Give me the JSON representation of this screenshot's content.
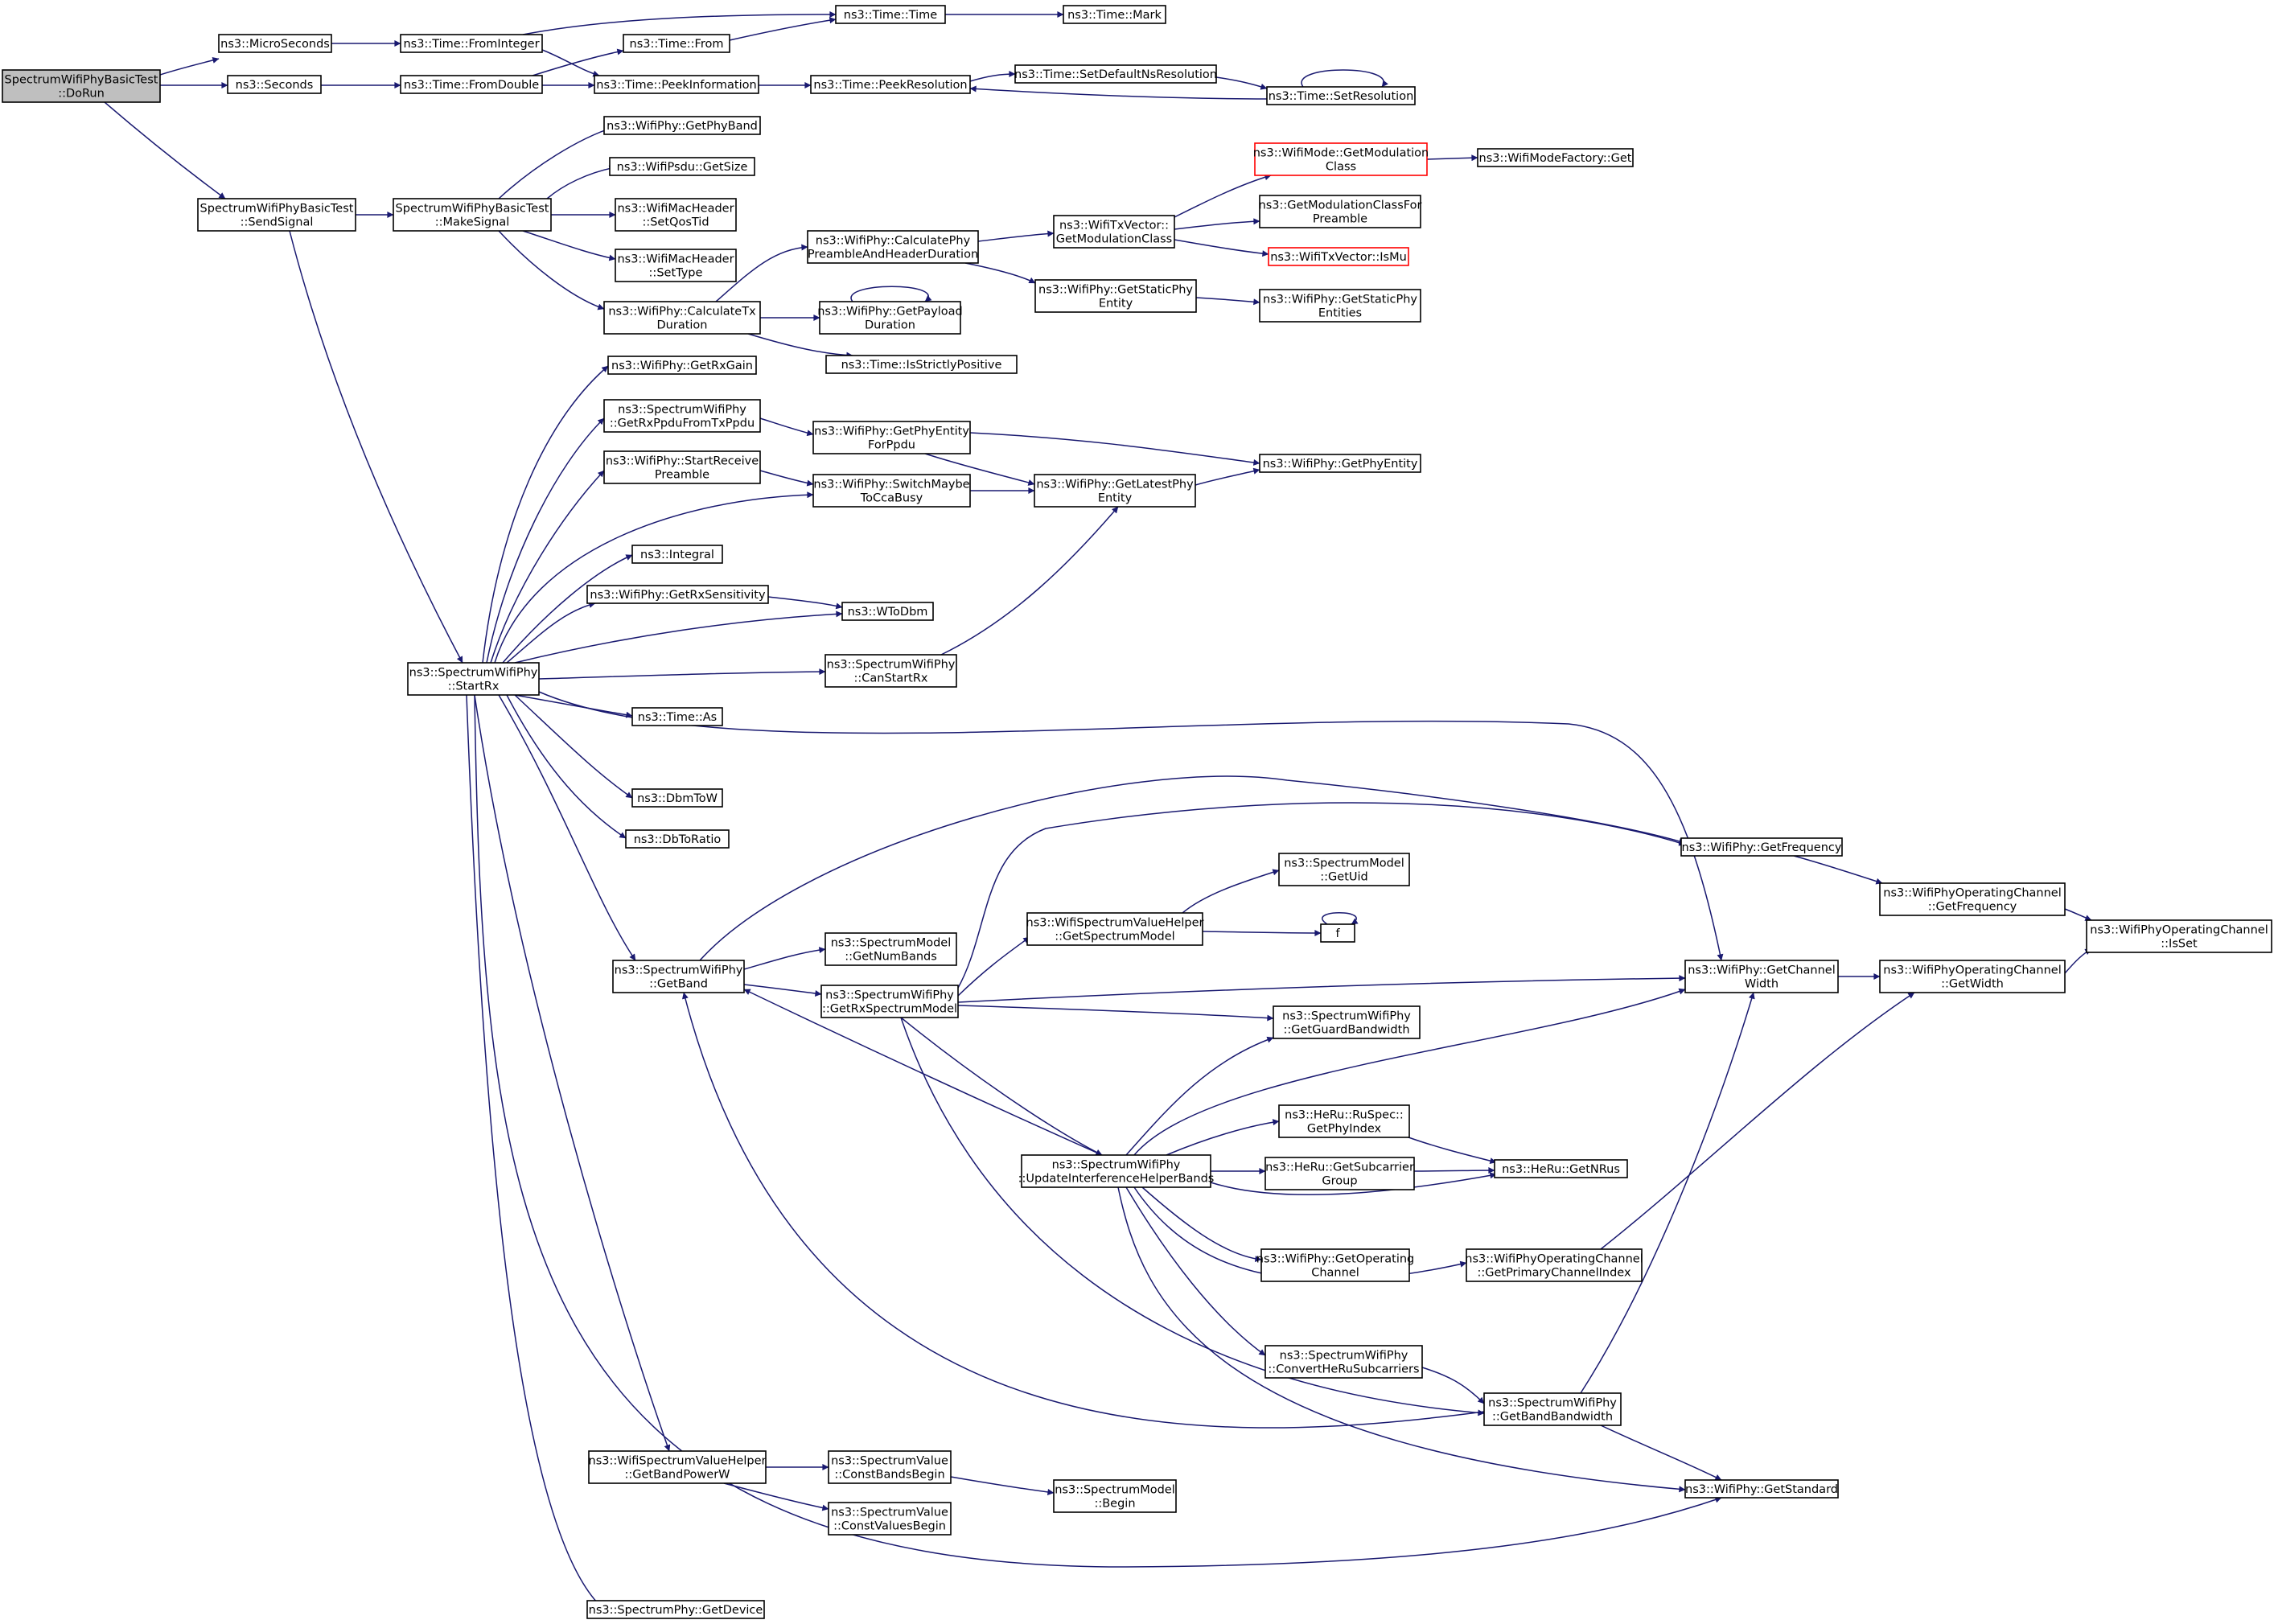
{
  "nodes": [
    {
      "id": "dorun",
      "lines": [
        "SpectrumWifiPhyBasicTest",
        "::DoRun"
      ],
      "root": true
    },
    {
      "id": "microseconds",
      "lines": [
        "ns3::MicroSeconds"
      ]
    },
    {
      "id": "seconds",
      "lines": [
        "ns3::Seconds"
      ]
    },
    {
      "id": "fromInteger",
      "lines": [
        "ns3::Time::FromInteger"
      ]
    },
    {
      "id": "fromDouble",
      "lines": [
        "ns3::Time::FromDouble"
      ]
    },
    {
      "id": "timeFrom",
      "lines": [
        "ns3::Time::From"
      ]
    },
    {
      "id": "timeTime",
      "lines": [
        "ns3::Time::Time"
      ]
    },
    {
      "id": "timeMark",
      "lines": [
        "ns3::Time::Mark"
      ]
    },
    {
      "id": "peekInfo",
      "lines": [
        "ns3::Time::PeekInformation"
      ]
    },
    {
      "id": "peekRes",
      "lines": [
        "ns3::Time::PeekResolution"
      ]
    },
    {
      "id": "setDefaultNs",
      "lines": [
        "ns3::Time::SetDefaultNsResolution"
      ]
    },
    {
      "id": "setRes",
      "lines": [
        "ns3::Time::SetResolution"
      ]
    },
    {
      "id": "sendSignal",
      "lines": [
        "SpectrumWifiPhyBasicTest",
        "::SendSignal"
      ]
    },
    {
      "id": "makeSignal",
      "lines": [
        "SpectrumWifiPhyBasicTest",
        "::MakeSignal"
      ]
    },
    {
      "id": "getPhyBand",
      "lines": [
        "ns3::WifiPhy::GetPhyBand"
      ]
    },
    {
      "id": "psduGetSize",
      "lines": [
        "ns3::WifiPsdu::GetSize"
      ]
    },
    {
      "id": "setQosTid",
      "lines": [
        "ns3::WifiMacHeader",
        "::SetQosTid"
      ]
    },
    {
      "id": "setType",
      "lines": [
        "ns3::WifiMacHeader",
        "::SetType"
      ]
    },
    {
      "id": "calcTxDur",
      "lines": [
        "ns3::WifiPhy::CalculateTx",
        "Duration"
      ]
    },
    {
      "id": "calcPreamble",
      "lines": [
        "ns3::WifiPhy::CalculatePhy",
        "PreambleAndHeaderDuration"
      ]
    },
    {
      "id": "getPayloadDur",
      "lines": [
        "ns3::WifiPhy::GetPayload",
        "Duration"
      ]
    },
    {
      "id": "isStrictlyPos",
      "lines": [
        "ns3::Time::IsStrictlyPositive"
      ]
    },
    {
      "id": "getModClassTx",
      "lines": [
        "ns3::WifiTxVector::",
        "GetModulationClass"
      ]
    },
    {
      "id": "getModClassMode",
      "lines": [
        "ns3::WifiMode::GetModulation",
        "Class"
      ],
      "red": true
    },
    {
      "id": "modeFactoryGet",
      "lines": [
        "ns3::WifiModeFactory::Get"
      ]
    },
    {
      "id": "getModClassPreamble",
      "lines": [
        "ns3::GetModulationClassFor",
        "Preamble"
      ]
    },
    {
      "id": "isMu",
      "lines": [
        "ns3::WifiTxVector::IsMu"
      ],
      "red": true
    },
    {
      "id": "getStaticPhy",
      "lines": [
        "ns3::WifiPhy::GetStaticPhy",
        "Entity"
      ]
    },
    {
      "id": "getStaticPhyEnt",
      "lines": [
        "ns3::WifiPhy::GetStaticPhy",
        "Entities"
      ]
    },
    {
      "id": "getRxGain",
      "lines": [
        "ns3::WifiPhy::GetRxGain"
      ]
    },
    {
      "id": "getRxPpdu",
      "lines": [
        "ns3::SpectrumWifiPhy",
        "::GetRxPpduFromTxPpdu"
      ]
    },
    {
      "id": "startRecvPre",
      "lines": [
        "ns3::WifiPhy::StartReceive",
        "Preamble"
      ]
    },
    {
      "id": "getPhyEntPpdu",
      "lines": [
        "ns3::WifiPhy::GetPhyEntity",
        "ForPpdu"
      ]
    },
    {
      "id": "switchCca",
      "lines": [
        "ns3::WifiPhy::SwitchMaybe",
        "ToCcaBusy"
      ]
    },
    {
      "id": "getLatestPhy",
      "lines": [
        "ns3::WifiPhy::GetLatestPhy",
        "Entity"
      ]
    },
    {
      "id": "getPhyEnt",
      "lines": [
        "ns3::WifiPhy::GetPhyEntity"
      ]
    },
    {
      "id": "integral",
      "lines": [
        "ns3::Integral"
      ]
    },
    {
      "id": "getRxSens",
      "lines": [
        "ns3::WifiPhy::GetRxSensitivity"
      ]
    },
    {
      "id": "wToDbm",
      "lines": [
        "ns3::WToDbm"
      ]
    },
    {
      "id": "startRx",
      "lines": [
        "ns3::SpectrumWifiPhy",
        "::StartRx"
      ]
    },
    {
      "id": "canStartRx",
      "lines": [
        "ns3::SpectrumWifiPhy",
        "::CanStartRx"
      ]
    },
    {
      "id": "timeAs",
      "lines": [
        "ns3::Time::As"
      ]
    },
    {
      "id": "dbmToW",
      "lines": [
        "ns3::DbmToW"
      ]
    },
    {
      "id": "dbToRatio",
      "lines": [
        "ns3::DbToRatio"
      ]
    },
    {
      "id": "getFreq",
      "lines": [
        "ns3::WifiPhy::GetFrequency"
      ]
    },
    {
      "id": "opGetFreq",
      "lines": [
        "ns3::WifiPhyOperatingChannel",
        "::GetFrequency"
      ]
    },
    {
      "id": "opIsSet",
      "lines": [
        "ns3::WifiPhyOperatingChannel",
        "::IsSet"
      ]
    },
    {
      "id": "smGetUid",
      "lines": [
        "ns3::SpectrumModel",
        "::GetUid"
      ]
    },
    {
      "id": "getSpecModel",
      "lines": [
        "ns3::WifiSpectrumValueHelper",
        "::GetSpectrumModel"
      ]
    },
    {
      "id": "f",
      "lines": [
        "f"
      ]
    },
    {
      "id": "getBand",
      "lines": [
        "ns3::SpectrumWifiPhy",
        "::GetBand"
      ]
    },
    {
      "id": "smNumBands",
      "lines": [
        "ns3::SpectrumModel",
        "::GetNumBands"
      ]
    },
    {
      "id": "getRxSpecModel",
      "lines": [
        "ns3::SpectrumWifiPhy",
        "::GetRxSpectrumModel"
      ]
    },
    {
      "id": "getChanWidth",
      "lines": [
        "ns3::WifiPhy::GetChannel",
        "Width"
      ]
    },
    {
      "id": "opGetWidth",
      "lines": [
        "ns3::WifiPhyOperatingChannel",
        "::GetWidth"
      ]
    },
    {
      "id": "getGuardBw",
      "lines": [
        "ns3::SpectrumWifiPhy",
        "::GetGuardBandwidth"
      ]
    },
    {
      "id": "ruGetPhyIdx",
      "lines": [
        "ns3::HeRu::RuSpec::",
        "GetPhyIndex"
      ]
    },
    {
      "id": "updIntf",
      "lines": [
        "ns3::SpectrumWifiPhy",
        "::UpdateInterferenceHelperBands"
      ]
    },
    {
      "id": "getSubcarrier",
      "lines": [
        "ns3::HeRu::GetSubcarrier",
        "Group"
      ]
    },
    {
      "id": "getNRus",
      "lines": [
        "ns3::HeRu::GetNRus"
      ]
    },
    {
      "id": "getOpChan",
      "lines": [
        "ns3::WifiPhy::GetOperating",
        "Channel"
      ]
    },
    {
      "id": "getPrimIdx",
      "lines": [
        "ns3::WifiPhyOperatingChannel",
        "::GetPrimaryChannelIndex"
      ]
    },
    {
      "id": "convHeRu",
      "lines": [
        "ns3::SpectrumWifiPhy",
        "::ConvertHeRuSubcarriers"
      ]
    },
    {
      "id": "getBandBw",
      "lines": [
        "ns3::SpectrumWifiPhy",
        "::GetBandBandwidth"
      ]
    },
    {
      "id": "getStd",
      "lines": [
        "ns3::WifiPhy::GetStandard"
      ]
    },
    {
      "id": "getBandPowerW",
      "lines": [
        "ns3::WifiSpectrumValueHelper",
        "::GetBandPowerW"
      ]
    },
    {
      "id": "constBandsBegin",
      "lines": [
        "ns3::SpectrumValue",
        "::ConstBandsBegin"
      ]
    },
    {
      "id": "smBegin",
      "lines": [
        "ns3::SpectrumModel",
        "::Begin"
      ]
    },
    {
      "id": "constValuesBegin",
      "lines": [
        "ns3::SpectrumValue",
        "::ConstValuesBegin"
      ]
    },
    {
      "id": "getDevice",
      "lines": [
        "ns3::SpectrumPhy::GetDevice"
      ]
    }
  ]
}
